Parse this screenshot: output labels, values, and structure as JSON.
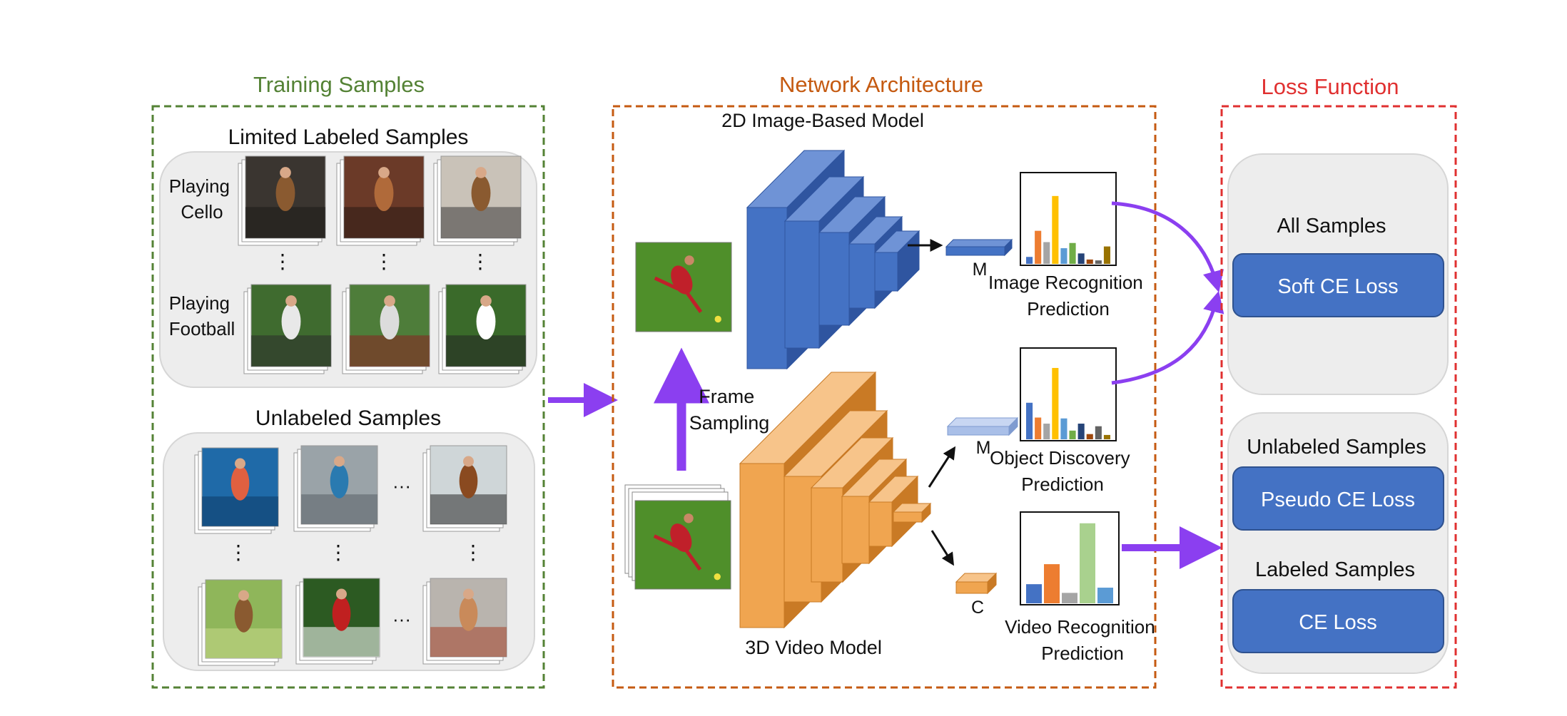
{
  "colors": {
    "training_border": "#548235",
    "network_border": "#c55a11",
    "loss_border": "#e03030",
    "panel_fill": "#ededed",
    "panel_stroke": "#d6d6d6",
    "loss_box_fill": "#4472c4",
    "loss_box_stroke": "#2f528f",
    "arrow_purple": "#8b3ff0",
    "model2d_front": "#4472c4",
    "model2d_side": "#2f55a0",
    "model2d_top": "#6f93d6",
    "model3d_front": "#f0a550",
    "model3d_side": "#c97a25",
    "model3d_top": "#f7c48a",
    "grass": "#4f8f2a",
    "player_red": "#c0202a"
  },
  "training": {
    "title": "Training Samples",
    "labeled_title": "Limited Labeled Samples",
    "class_cello": [
      "Playing",
      "Cello"
    ],
    "class_football": [
      "Playing",
      "Football"
    ],
    "vdots": "⋮",
    "unlabeled_title": "Unlabeled Samples",
    "hdots": "···",
    "thumbnails": [
      "cello-1",
      "cello-2",
      "cello-3",
      "football-1",
      "football-2",
      "football-3",
      "swimming",
      "climbing",
      "violin",
      "bird",
      "soccer",
      "pottery"
    ]
  },
  "network": {
    "title": "Network Architecture",
    "model_2d_label": "2D Image-Based Model",
    "model_3d_label": "3D Video Model",
    "frame_sampling": [
      "Frame",
      "Sampling"
    ],
    "feature_m_image": "M",
    "feature_m_object": "M",
    "feature_c": "C",
    "image_prediction": [
      "Image Recognition",
      "Prediction"
    ],
    "object_prediction": [
      "Object Discovery",
      "Prediction"
    ],
    "video_prediction": [
      "Video Recognition",
      "Prediction"
    ]
  },
  "histograms": {
    "image": {
      "values": [
        0.08,
        0.38,
        0.25,
        0.78,
        0.18,
        0.24,
        0.12,
        0.05,
        0.04,
        0.2
      ],
      "colors": [
        "#4472c4",
        "#ed7d31",
        "#a5a5a5",
        "#ffc000",
        "#5b9bd5",
        "#70ad47",
        "#264478",
        "#9e480e",
        "#636363",
        "#997300"
      ]
    },
    "object": {
      "values": [
        0.42,
        0.25,
        0.18,
        0.82,
        0.24,
        0.1,
        0.18,
        0.06,
        0.15,
        0.05
      ],
      "colors": [
        "#4472c4",
        "#ed7d31",
        "#a5a5a5",
        "#ffc000",
        "#5b9bd5",
        "#70ad47",
        "#264478",
        "#9e480e",
        "#636363",
        "#997300"
      ]
    },
    "video": {
      "values": [
        0.22,
        0.45,
        0.12,
        0.92,
        0.18
      ],
      "colors": [
        "#4472c4",
        "#ed7d31",
        "#a5a5a5",
        "#a9d18e",
        "#5b9bd5"
      ]
    }
  },
  "loss": {
    "title": "Loss Function",
    "all_samples": "All Samples",
    "soft_ce": "Soft CE Loss",
    "unlabeled_samples": "Unlabeled Samples",
    "pseudo_ce": "Pseudo CE Loss",
    "labeled_samples": "Labeled Samples",
    "ce": "CE Loss"
  }
}
